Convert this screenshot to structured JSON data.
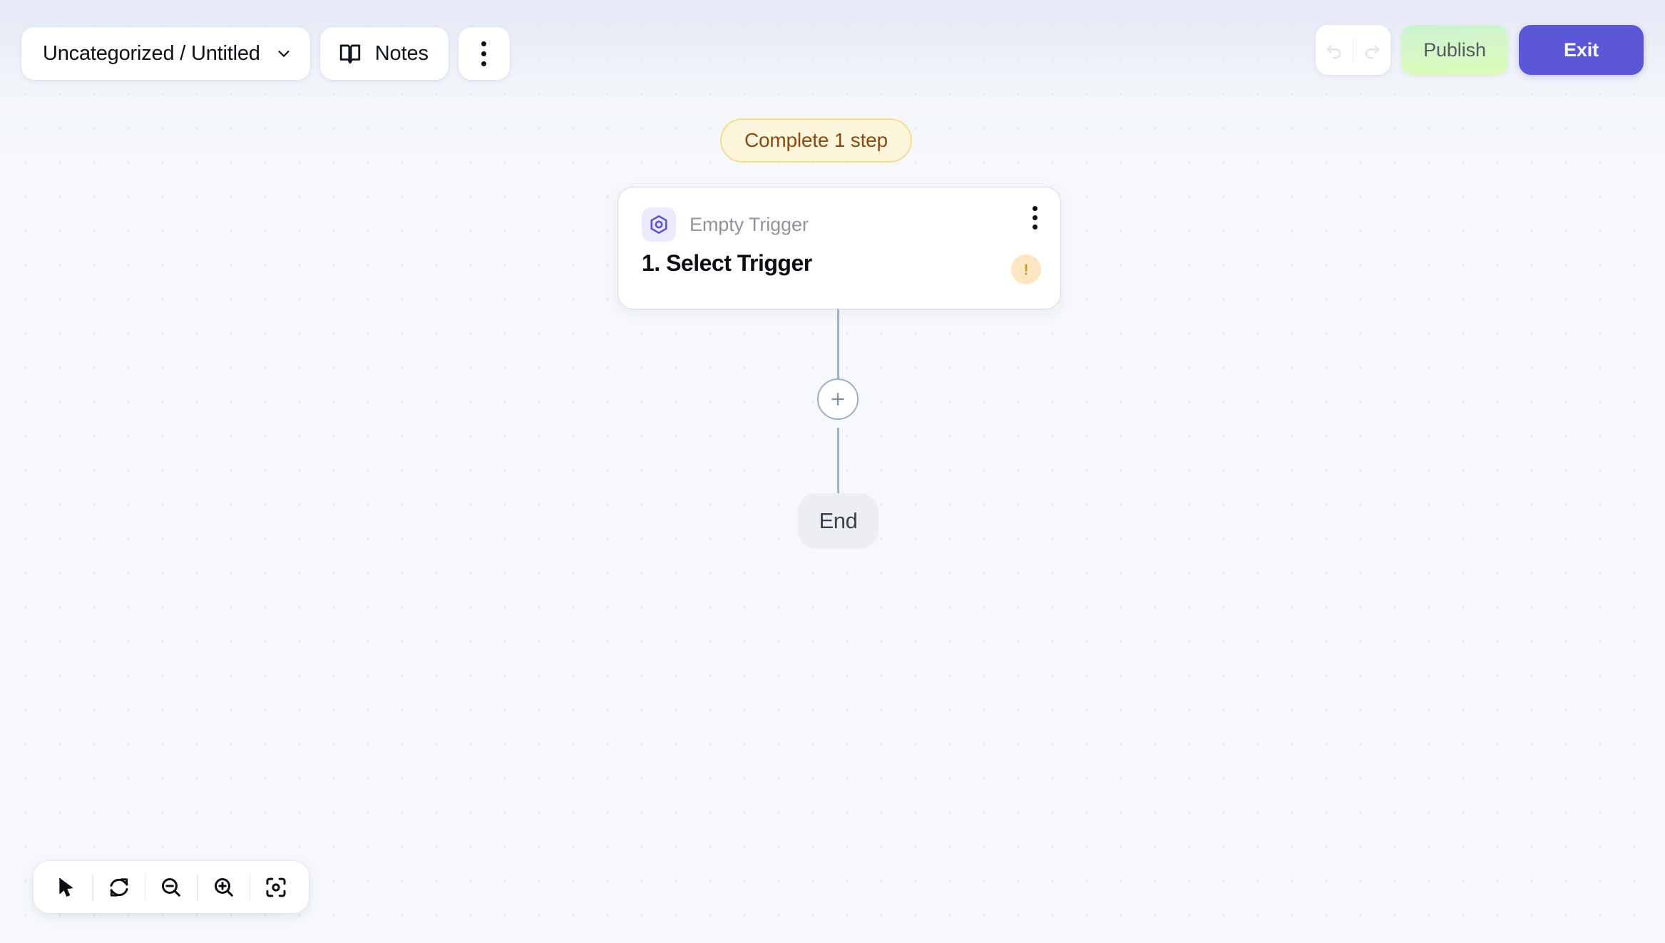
{
  "app": {
    "canvas_bg": "#f6f8fc",
    "grid_dot_color": "#dcdfe6"
  },
  "header": {
    "breadcrumb": {
      "label": "Uncategorized / Untitled",
      "chevron_icon": "chevron-down-icon"
    },
    "notes": {
      "label": "Notes",
      "icon": "book-icon"
    },
    "more_menu": {
      "icon": "kebab-menu-icon"
    },
    "undo": {
      "icon": "undo-arrow-icon",
      "state": "disabled"
    },
    "redo": {
      "icon": "redo-arrow-icon",
      "state": "disabled"
    },
    "publish": {
      "label": "Publish",
      "color": "#dcfcb6",
      "text_color": "#545c62"
    },
    "exit": {
      "label": "Exit",
      "color": "#5b57d6",
      "text_color": "#ffffff"
    }
  },
  "flow": {
    "status_badge": {
      "label": "Complete 1 step",
      "bg": "#fdf6dd",
      "border": "#f4dd8f",
      "text_color": "#8a4b12"
    },
    "trigger_node": {
      "icon": "hexagon-trigger-icon",
      "icon_color": "#5b57d6",
      "subtitle": "Empty Trigger",
      "title": "1. Select Trigger",
      "menu_icon": "kebab-menu-icon",
      "warning_icon": "warning-exclamation-icon",
      "warning_bg": "#fce7c2",
      "warning_color": "#e0900f"
    },
    "add_step": {
      "icon": "plus-icon",
      "edge_color": "#9fb0c6"
    },
    "end_node": {
      "label": "End",
      "bg": "#edeef2",
      "text_color": "#3b4250"
    }
  },
  "toolbar": {
    "items": [
      {
        "name": "select-tool",
        "icon": "cursor-arrow-icon"
      },
      {
        "name": "reset-view",
        "icon": "refresh-icon"
      },
      {
        "name": "zoom-out",
        "icon": "magnifier-minus-icon"
      },
      {
        "name": "zoom-in",
        "icon": "magnifier-plus-icon"
      },
      {
        "name": "fit-to-view",
        "icon": "focus-frame-icon"
      }
    ]
  }
}
